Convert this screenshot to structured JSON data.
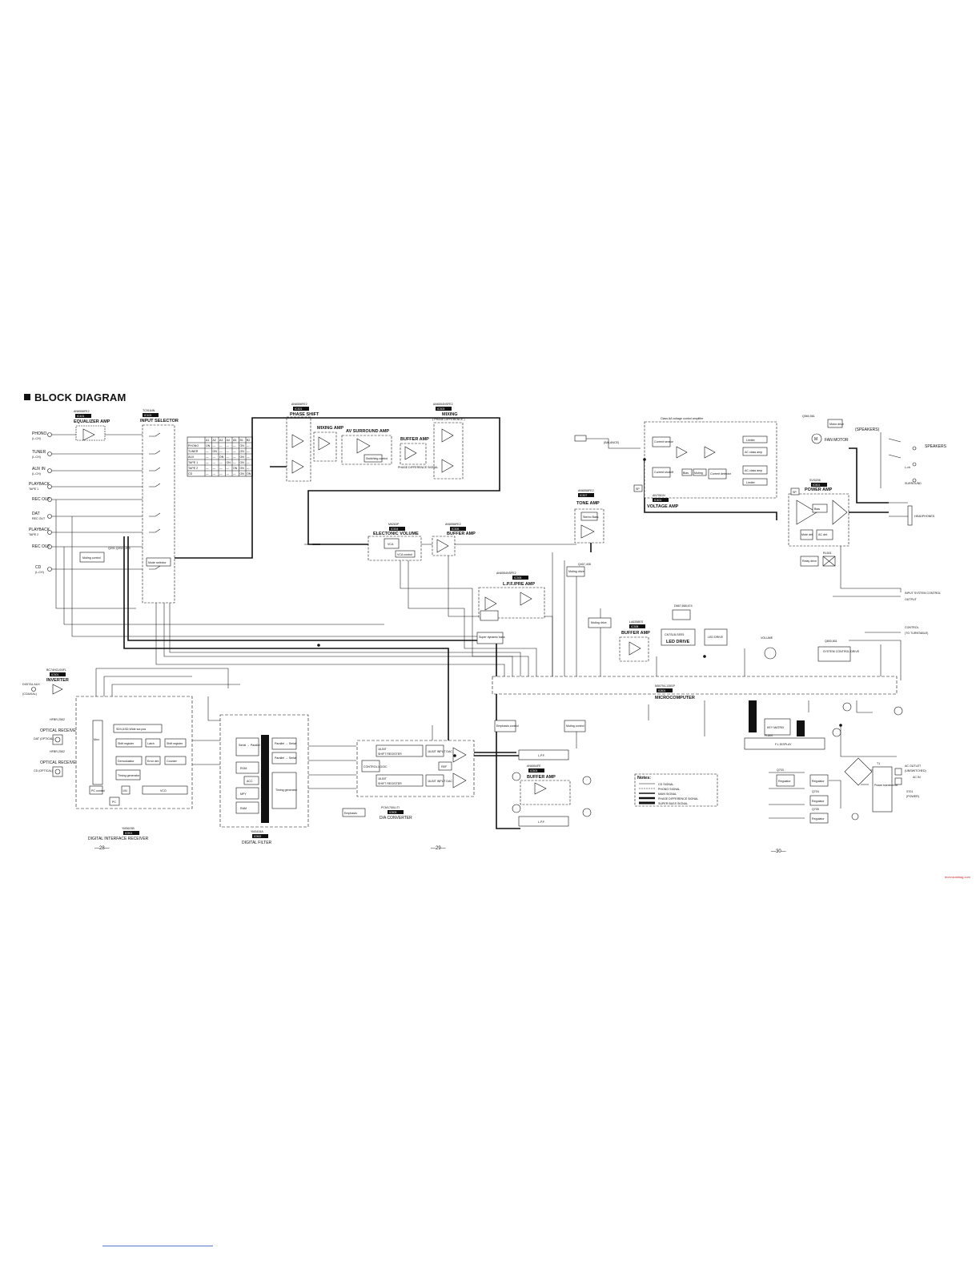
{
  "title": "BLOCK DIAGRAM",
  "page_numbers": [
    "—28—",
    "—29—",
    "—30—"
  ],
  "watermark": "technicaldiag.com",
  "inputs": [
    {
      "label": "PHONO",
      "sub": "(L-CH)"
    },
    {
      "label": "TUNER",
      "sub": "(L-CH)"
    },
    {
      "label": "AUX IN",
      "sub": "(L-CH)"
    },
    {
      "label": "PLAYBACK",
      "sub": "TAPE 1"
    },
    {
      "label": "REC OUT",
      "sub": ""
    },
    {
      "label": "DAT",
      "sub": "REC OUT"
    },
    {
      "label": "PLAYBACK",
      "sub": "TAPE 2"
    },
    {
      "label": "REC OUT",
      "sub": ""
    },
    {
      "label": "CD",
      "sub": "(L-CH)"
    }
  ],
  "blocks": {
    "eq": {
      "part": "AN6556FE2",
      "name": "EQUALIZER AMP"
    },
    "input_selector": {
      "part": "TC9164N",
      "name": "INPUT SELECTOR"
    },
    "phase_shift": {
      "part": "AN6556FE2",
      "name": "PHASE SHIFT"
    },
    "mixing_amp": {
      "name": "MIXING AMP"
    },
    "av_surround": {
      "name": "AV SURROUND AMP"
    },
    "buffer_amp_top": {
      "name": "BUFFER AMP"
    },
    "mixing_phase": {
      "part": "AN6554NSFE2",
      "name": "MIXING",
      "sub": "( PHASE DIFFERENCE )"
    },
    "phase_diff_signal": {
      "name": "PHASE DIFFERENCE SIGNAL"
    },
    "balance": {
      "name": "(BALANCE)"
    },
    "voltage_amp": {
      "name": "VOLTAGE AMP"
    },
    "power_amp": {
      "part": "SVI3206",
      "name": "POWER AMP"
    },
    "fan_motor": {
      "name": "FAN MOTOR"
    },
    "speakers": {
      "name": "SPEAKERS"
    },
    "headphones": {
      "name": "HEADPHONES"
    },
    "elec_volume": {
      "part": "M5263P",
      "name": "ELECTONIC VOLUME"
    },
    "buffer_amp_mid": {
      "part": "AN6556FE2",
      "name": "BUFFER AMP"
    },
    "lpf_pre": {
      "part": "AN6554NSFE2",
      "name": "L.P.F./PRE AMP"
    },
    "tone_amp": {
      "part": "AN6556FE2",
      "name": "TONE AMP"
    },
    "muting_drive": {
      "name": "Muting drive"
    },
    "buffer_amp_low": {
      "part": "LA6358ES",
      "name": "BUFFER AMP"
    },
    "led_drive": {
      "name": "LED DRIVE"
    },
    "system_control": {
      "name": "SYSTEM CONTROL DRIVE"
    },
    "microcomputer": {
      "part": "M50754-135SP",
      "name": "MICROCOMPUTER"
    },
    "inverter": {
      "part": "BC74HCU04FL",
      "name": "INVERTER"
    },
    "dir": {
      "part": "YM3623B",
      "name": "DIGITAL INTERFACE RECEIVER"
    },
    "digital_filter": {
      "part": "YM3434A",
      "name": "DIGITAL FILTER"
    },
    "da_converter": {
      "part": "PCM1700U-TI",
      "name": "D/A CONVERTER"
    },
    "buffer_amp_da": {
      "part": "AN6554FE",
      "name": "BUFFER AMP"
    },
    "lpf": {
      "name": "L.P.F."
    },
    "fl_display": {
      "name": "F.L DISPLAY"
    },
    "key_matrix": {
      "name": "KEY MATRIX"
    },
    "power_transformer": {
      "name": "Power transformer"
    },
    "regulator": {
      "name": "Regulator"
    },
    "ac_outlet": {
      "name": "AC OUTLET",
      "sub": "(UNSWITCHED)"
    },
    "ac_in": {
      "name": "AC IN"
    },
    "optical1": {
      "part": "HFBR-2502",
      "name": "OPTICAL RECEIVER",
      "sub": "DAT (OPTICAL)"
    },
    "optical2": {
      "part": "HFBR-2502",
      "name": "OPTICAL RECEIVER",
      "sub": "CD (OPTICAL)"
    },
    "digital_aux": {
      "name": "DIGITAL AUX",
      "sub": "(COAXIAL)"
    }
  },
  "dir_internal": [
    "Shift register",
    "Latch",
    "Shift register",
    "Demodulator",
    "Error det.",
    "Counter",
    "Timing generator",
    "PC control",
    "VCO"
  ],
  "df_internal": [
    "Serial → Parallel",
    "ROM",
    "ACC",
    "MPY",
    "RAM",
    "Parallel → Serial",
    "Timing generator"
  ],
  "da_internal": [
    "16-BIT SERIAL-TO-PARALLEL SHIFT REGISTER",
    "16-BIT INPUT DAC",
    "CONTROL LOGIC",
    "REF"
  ],
  "notes": {
    "title": "Notes:",
    "items": [
      "CD SIGNAL",
      "PHONO SIGNAL",
      "MAIN SIGNAL",
      "PHASE DIFFERENCE SIGNAL",
      "SUPER BASS SIGNAL"
    ]
  },
  "selector_table": {
    "headers": [
      "",
      "A1",
      "A2",
      "A3",
      "A4",
      "A5",
      "B1",
      "B2"
    ],
    "rows": [
      [
        "PHONO",
        "ON",
        "—",
        "—",
        "—",
        "—",
        "ON",
        "—"
      ],
      [
        "TUNER",
        "—",
        "ON",
        "—",
        "—",
        "—",
        "ON",
        "—"
      ],
      [
        "AUX",
        "—",
        "—",
        "ON",
        "—",
        "—",
        "ON",
        "—"
      ],
      [
        "TAPE 1",
        "—",
        "—",
        "—",
        "ON",
        "—",
        "ON",
        "—"
      ],
      [
        "TAPE 2",
        "—",
        "—",
        "—",
        "—",
        "ON",
        "ON",
        "—"
      ],
      [
        "CD",
        "—",
        "—",
        "—",
        "—",
        "—",
        "ON",
        "ON"
      ]
    ]
  },
  "colors": {
    "ink": "#111111",
    "paper": "#ffffff"
  }
}
